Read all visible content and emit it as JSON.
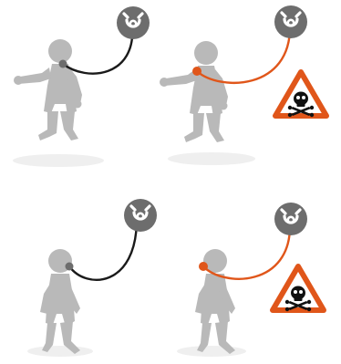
{
  "colors": {
    "background": "#ffffff",
    "figure": "#b9b9b9",
    "shadow": "#efefef",
    "anchor": "#6d6d6d",
    "safe_lanyard": "#1a1a1a",
    "hazard": "#e0561a",
    "hazard_icon": "#111111"
  },
  "panels": [
    {
      "id": "front-safe",
      "view": "front",
      "status": "safe",
      "lanyard_color": "#1a1a1a",
      "warning_icon": null
    },
    {
      "id": "front-unsafe",
      "view": "front",
      "status": "hazard",
      "lanyard_color": "#e0561a",
      "warning_icon": "skull-crossbones-icon"
    },
    {
      "id": "side-safe",
      "view": "side",
      "status": "safe",
      "lanyard_color": "#1a1a1a",
      "warning_icon": null
    },
    {
      "id": "side-unsafe",
      "view": "side",
      "status": "hazard",
      "lanyard_color": "#e0561a",
      "warning_icon": "skull-crossbones-icon"
    }
  ]
}
